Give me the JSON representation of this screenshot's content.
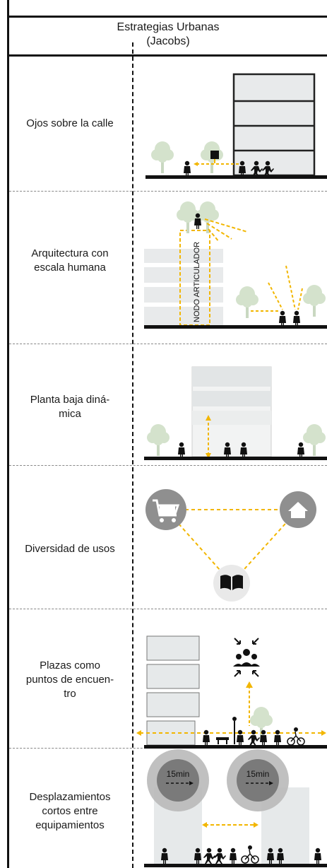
{
  "header": {
    "title_line1": "Estrategias Urbanas",
    "title_line2": "(Jacobs)"
  },
  "rows": [
    {
      "label": "Ojos sobre la calle"
    },
    {
      "label_line1": "Arquitectura con",
      "label_line2": "escala humana",
      "node_text": "NODO ARTICULADOR"
    },
    {
      "label_line1": "Planta baja diná-",
      "label_line2": "mica"
    },
    {
      "label": "Diversidad de usos"
    },
    {
      "label_line1": "Plazas como",
      "label_line2": "puntos de encuen-",
      "label_line3": "tro"
    },
    {
      "label_line1": "Desplazamientos",
      "label_line2": "cortos entre",
      "label_line3": "equipamientos",
      "circle_text": "15min"
    }
  ],
  "colors": {
    "accent": "#f2b600",
    "tree": "#d4e2cc",
    "building": "#e4e7e8",
    "dark": "#111111",
    "grey_circle": "#8f8f8f"
  }
}
